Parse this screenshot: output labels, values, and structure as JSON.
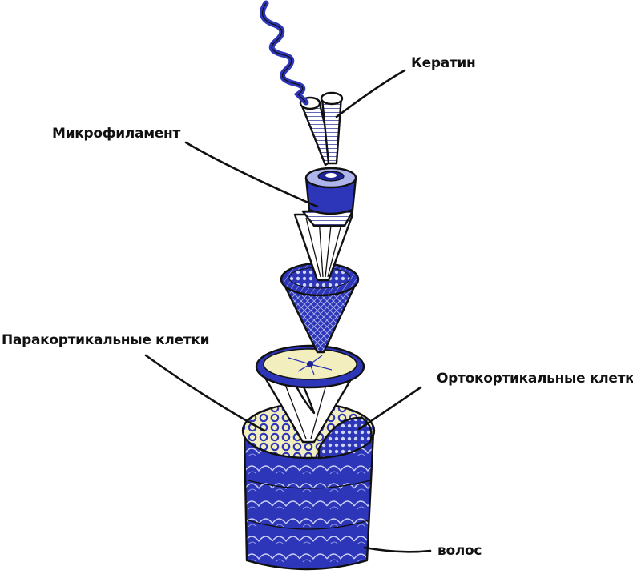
{
  "labels": {
    "keratin": "Кератин",
    "microfilament": "Микрофиламент",
    "paracortical": "Паракортикальные клетки",
    "orthocortical": "Ортокортикальные клетки",
    "hair": "волос"
  },
  "colors": {
    "blue": "#2d35b8",
    "dark_blue": "#1e2596",
    "light_blue": "#aeb5ec",
    "pale_blue": "#e6e9fb",
    "yellow": "#f3eebd",
    "outline": "#111111"
  }
}
